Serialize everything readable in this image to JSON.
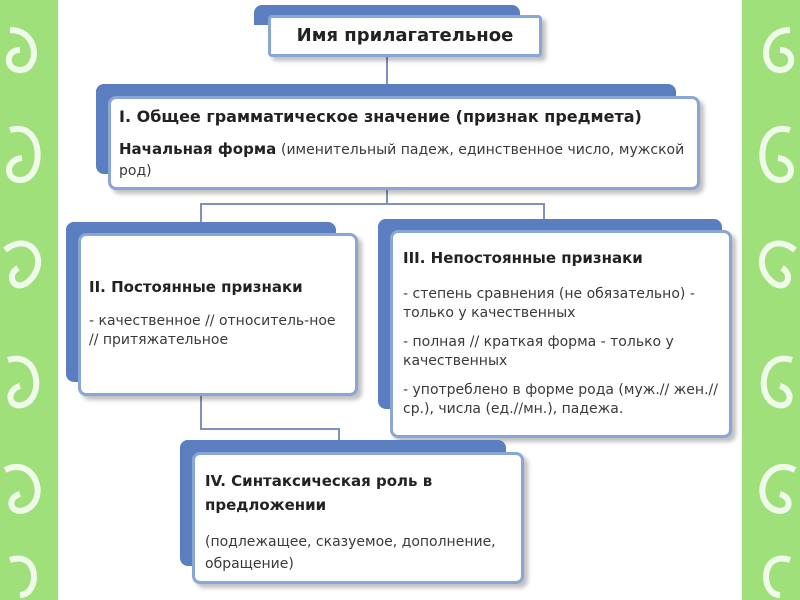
{
  "root": {
    "title": "Имя прилагательное"
  },
  "box1": {
    "title": "I. Общее грамматическое значение (признак предмета)",
    "subtitle": "Начальная форма",
    "subtitle_note": "(именительный падеж, единственное число, мужской род)"
  },
  "box2": {
    "title": "II. Постоянные признаки",
    "items": [
      "- качественное // относитель-ное // притяжательное"
    ]
  },
  "box3": {
    "title": "III. Непостоянные признаки",
    "items": [
      "- степень сравнения (не обязательно) - только у качественных",
      "- полная // краткая форма - только у качественных",
      "- употреблено в форме рода (муж.// жен.//ср.), числа (ед.//мн.), падежа."
    ]
  },
  "box4": {
    "title": "IV. Синтаксическая роль в предложении",
    "note": "(подлежащее, сказуемое, дополнение, обращение)"
  },
  "colors": {
    "accent": "#5a7ec0",
    "border": "#8aa6d6",
    "background": "#9fe07a"
  }
}
